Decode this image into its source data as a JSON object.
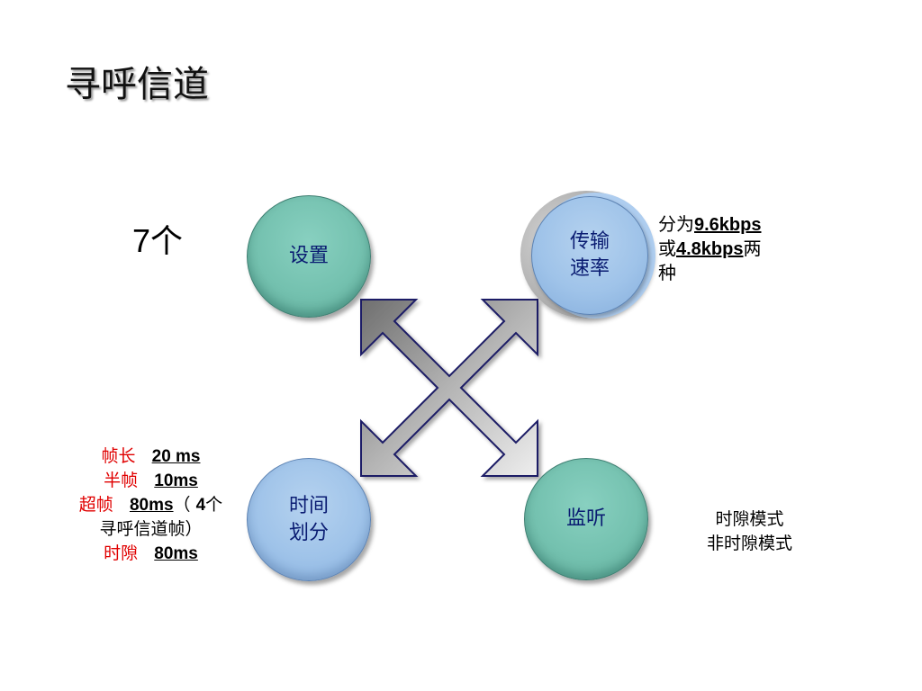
{
  "title": "寻呼信道",
  "count": {
    "number": "7",
    "unit": "个"
  },
  "nodes": {
    "top_left": {
      "label": "设置"
    },
    "top_right": {
      "line1": "传输",
      "line2": "速率"
    },
    "bottom_left": {
      "line1": "时间",
      "line2": "划分"
    },
    "bottom_right": {
      "label": "监听"
    }
  },
  "rate_note": {
    "prefix": "分为",
    "rate1": "9.6kbps",
    "connector": "或",
    "rate2": "4.8kbps",
    "suffix1": "两",
    "suffix2": "种"
  },
  "frame_info": {
    "frame_len_label": "帧长",
    "frame_len_value": "20 ms",
    "half_frame_label": "半帧",
    "half_frame_value": "10ms",
    "superframe_label": "超帧",
    "superframe_value": "80ms",
    "superframe_note_open": "（ ",
    "superframe_note_num": "4",
    "superframe_note_unit": "个",
    "superframe_note_line2": "寻呼信道帧）",
    "slot_label": "时隙",
    "slot_value": "80ms"
  },
  "modes": {
    "mode1": "时隙模式",
    "mode2": "非时隙模式"
  },
  "colors": {
    "green_circle": "#74c1af",
    "blue_circle": "#9fc3e9",
    "circle_text": "#0a1c72",
    "highlight_red": "#e00000",
    "arrow_outline": "#1f1f66"
  }
}
